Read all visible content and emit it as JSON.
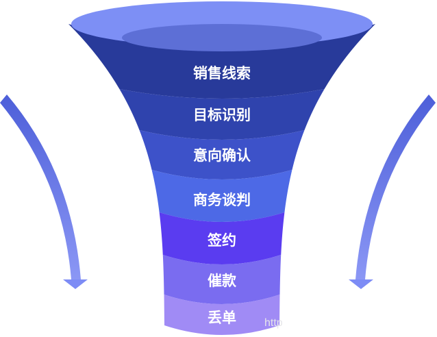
{
  "funnel": {
    "stages": [
      {
        "label": "销售线索",
        "color": "#283a9a"
      },
      {
        "label": "目标识别",
        "color": "#2f43ad"
      },
      {
        "label": "意向确认",
        "color": "#3d52c9"
      },
      {
        "label": "商务谈判",
        "color": "#4d69e6"
      },
      {
        "label": "签约",
        "color": "#5a3cf0"
      },
      {
        "label": "催款",
        "color": "#7a6cf0"
      },
      {
        "label": "丢单",
        "color": "#a08bf5"
      }
    ],
    "rim_color": "#7d8ff5",
    "rim_inner_color": "#5d6fd6"
  },
  "arrows": {
    "color": "#6f80f2"
  },
  "watermark": "http"
}
